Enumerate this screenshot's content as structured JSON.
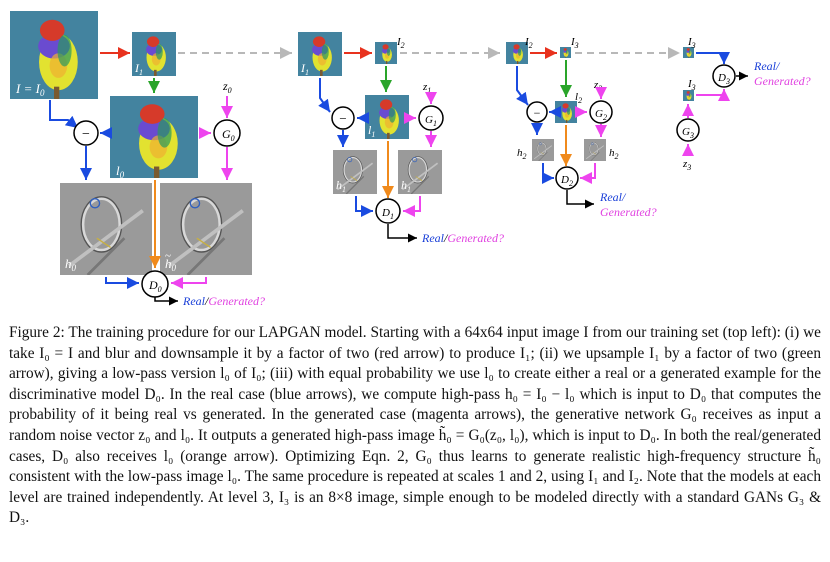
{
  "figure": {
    "scale0": {
      "input_label": "I = I",
      "input_sub": "0",
      "lowres_label": "I",
      "lowres_sub": "1",
      "lowpass_label": "l",
      "lowpass_sub": "0",
      "noise_label": "z",
      "noise_sub": "0",
      "gen_label": "G",
      "gen_sub": "0",
      "hp_label": "h",
      "hp_sub": "0",
      "hp_gen_label": "h",
      "hp_gen_sub": "0",
      "disc_label": "D",
      "disc_sub": "0",
      "minus": "−",
      "out_real": "Real",
      "out_slash": "/",
      "out_gen": "Generated?"
    },
    "scale1": {
      "input_label": "I",
      "input_sub": "1",
      "lowres_label": "I",
      "lowres_sub": "2",
      "lowpass_label": "l",
      "lowpass_sub": "1",
      "noise_label": "z",
      "noise_sub": "1",
      "gen_label": "G",
      "gen_sub": "1",
      "hp_label": "h",
      "hp_sub": "1",
      "hp_gen_label": "h",
      "hp_gen_sub": "1",
      "disc_label": "D",
      "disc_sub": "1",
      "minus": "−",
      "out_real": "Real",
      "out_slash": "/",
      "out_gen": "Generated?"
    },
    "scale2": {
      "input_label": "I",
      "input_sub": "2",
      "lowres_label": "I",
      "lowres_sub": "3",
      "lowpass_label": "l",
      "lowpass_sub": "2",
      "noise_label": "z",
      "noise_sub": "2",
      "gen_label": "G",
      "gen_sub": "2",
      "hp_label": "h",
      "hp_sub": "2",
      "hp_gen_label": "h",
      "hp_gen_sub": "2",
      "disc_label": "D",
      "disc_sub": "2",
      "minus": "−",
      "out_real": "Real/",
      "out_gen": "Generated?"
    },
    "scale3": {
      "input_label": "I",
      "input_sub": "3",
      "gen_img_label": "I",
      "gen_img_sub": "3",
      "noise_label": "z",
      "noise_sub": "3",
      "gen_label": "G",
      "gen_sub": "3",
      "disc_label": "D",
      "disc_sub": "3",
      "out_real": "Real/",
      "out_gen": "Generated?"
    },
    "colors": {
      "red": "#e8321e",
      "green": "#2aa52a",
      "blue": "#1a4be0",
      "magenta": "#ee44ee",
      "orange": "#f08a1c",
      "gray": "#b8b8b8",
      "black": "#000000"
    }
  },
  "caption": {
    "label": "Figure 2:",
    "text": "The training procedure for our LAPGAN model. Starting with a 64x64 input image I from our training set (top left): (i) we take I₀ = I and blur and downsample it by a factor of two (red arrow) to produce I₁; (ii) we upsample I₁ by a factor of two (green arrow), giving a low-pass version l₀ of I₀; (iii) with equal probability we use l₀ to create either a real or a generated example for the discriminative model D₀. In the real case (blue arrows), we compute high-pass h₀ = I₀ − l₀ which is input to D₀ that computes the probability of it being real vs generated. In the generated case (magenta arrows), the generative network G₀ receives as input a random noise vector z₀ and l₀. It outputs a generated high-pass image h̃₀ = G₀(z₀, l₀), which is input to D₀. In both the real/generated cases, D₀ also receives l₀ (orange arrow). Optimizing Eqn. 2, G₀ thus learns to generate realistic high-frequency structure h̃₀ consistent with the low-pass image l₀. The same procedure is repeated at scales 1 and 2, using I₁ and I₂. Note that the models at each level are trained independently. At level 3, I₃ is an 8×8 image, simple enough to be modeled directly with a standard GANs G₃ & D₃."
  }
}
